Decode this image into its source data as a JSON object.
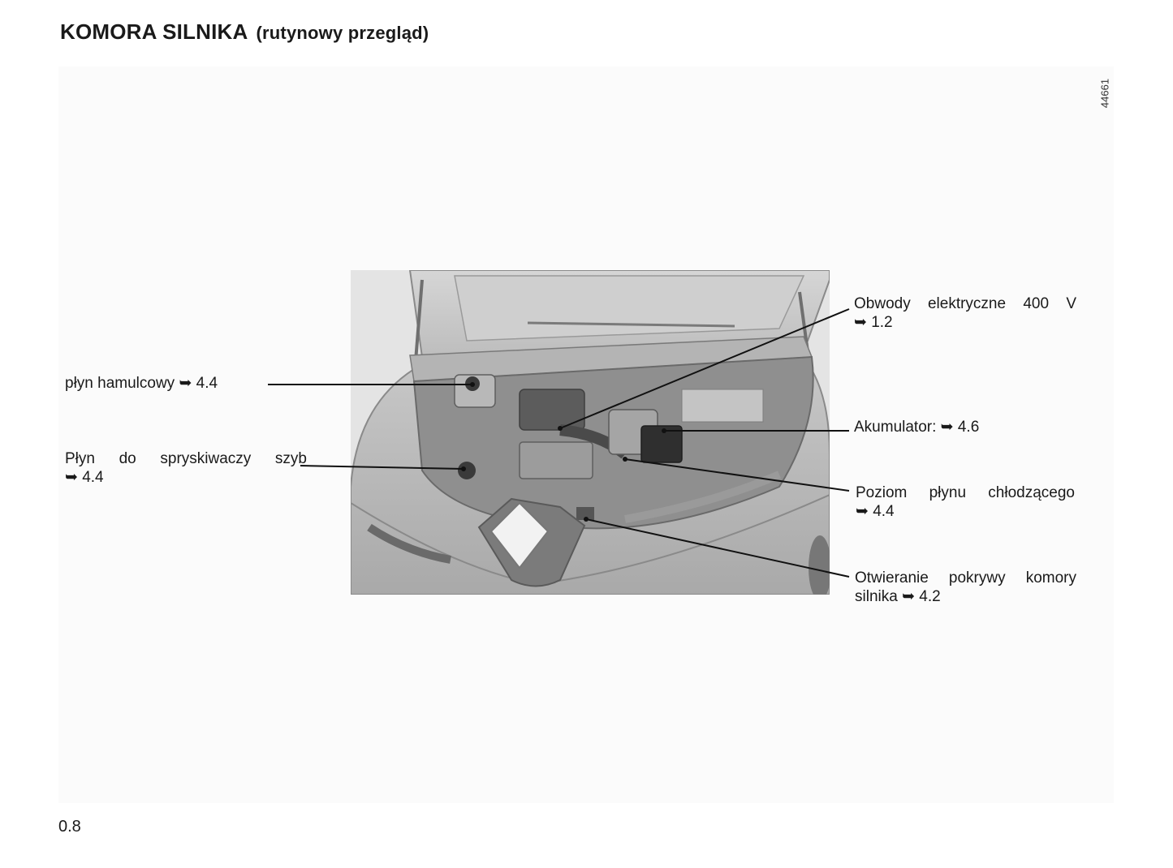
{
  "header": {
    "title": "KOMORA SILNIKA",
    "subtitle": "(rutynowy przegląd)"
  },
  "figure": {
    "ref_code": "44661",
    "labels": {
      "brake_fluid": "płyn hamulcowy ➥ 4.4",
      "washer_fluid_line1": "Płyn do spryskiwaczy szyb",
      "washer_fluid_line2": "➥ 4.4",
      "circuits_line1": "Obwody elektryczne 400 V",
      "circuits_line2": "➥ 1.2",
      "battery": "Akumulator: ➥ 4.6",
      "coolant_line1": "Poziom płynu chłodzącego",
      "coolant_line2": "➥ 4.4",
      "bonnet_line1": "Otwieranie pokrywy komory",
      "bonnet_line2": "silnika ➥ 4.2"
    }
  },
  "footer": {
    "page_number": "0.8"
  }
}
